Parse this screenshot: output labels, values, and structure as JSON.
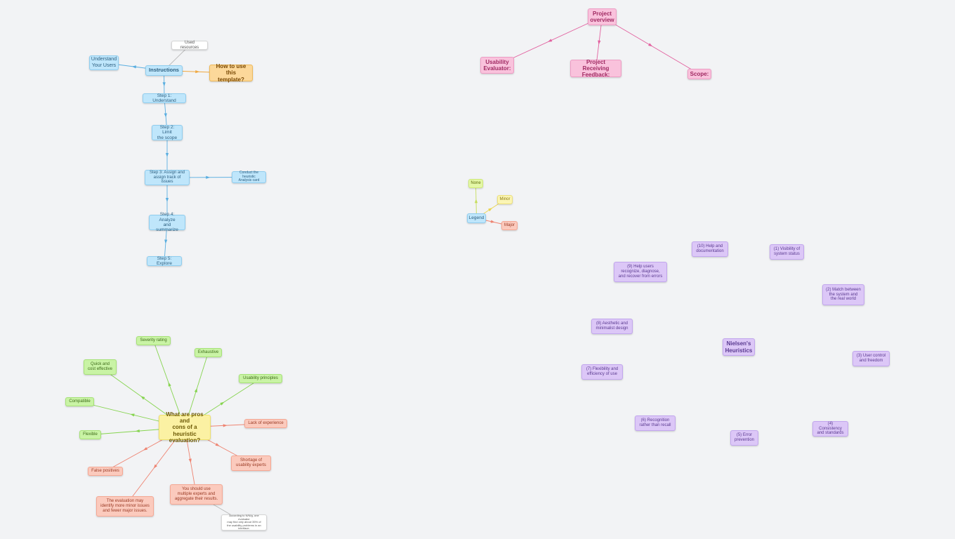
{
  "colors": {
    "background": "#f2f3f5",
    "blue_edge": "#5aaee0",
    "orange_edge": "#f0a840",
    "pink_edge": "#e2619f",
    "green_edge": "#86d44f",
    "salmon_edge": "#ee8472",
    "lime_edge": "#c6dd5a",
    "yellow_edge": "#e9d54e"
  },
  "instructions": {
    "center": "Instructions",
    "how_to": "How to use\nthis template?",
    "used_resources": "Used resources",
    "understand_users": "Understand\nYour Users",
    "step1": "Step 1: Understand",
    "step2": "Step 2: Limit\nthe scope",
    "step3": "Step 3: Assign and\nassign track of issues",
    "step3_side": "Conduct the heuristic\nAnalysis card",
    "step4": "Step 4: Analyze\nand summarize",
    "step5": "Step 5: Explore"
  },
  "project": {
    "center": "Project\noverview",
    "evaluator": "Usability\nEvaluator:",
    "receiving": "Project Receiving\nFeedback:",
    "scope": "Scope:"
  },
  "legend": {
    "center": "Legend",
    "none": "None",
    "minor": "Minor",
    "major": "Major"
  },
  "heuristics": {
    "center": "Nielsen's\nHeuristics",
    "h1": "(1) Visibility of\nsystem status",
    "h2": "(2) Match between\nthe system and\nthe real world",
    "h3": "(3) User control\nand freedom",
    "h4": "(4) Consistency\nand standards",
    "h5": "(5) Error\nprevention",
    "h6": "(6) Recognition\nrather than recall",
    "h7": "(7) Flexibility and\nefficiency of use",
    "h8": "(8) Aesthetic and\nminimalist design",
    "h9": "(9) Help users\nrecognize, diagnose,\nand recover from errors",
    "h10": "(10) Help and\ndocumentation"
  },
  "pros_cons": {
    "center": "What are pros and\ncons of a heuristic\nevaluation?",
    "severity": "Severity rating",
    "exhaustive": "Exhaustive",
    "usability_principles": "Usability principles",
    "quick": "Quick and\ncost effective",
    "compatible": "Compatible",
    "flexible": "Flexible",
    "lack_experience": "Lack of experience",
    "shortage": "Shortage of\nusability experts",
    "multiple_experts": "You should use\nmultiple experts and\naggregate their results.",
    "false_positives": "False positives",
    "minor_issues": "The evaluation may\nidentify more minor issues\nand fewer major issues.",
    "note": "According to N/N/g, one evaluator\nmay find only about 35% of\nthe usability problems in an interface."
  }
}
